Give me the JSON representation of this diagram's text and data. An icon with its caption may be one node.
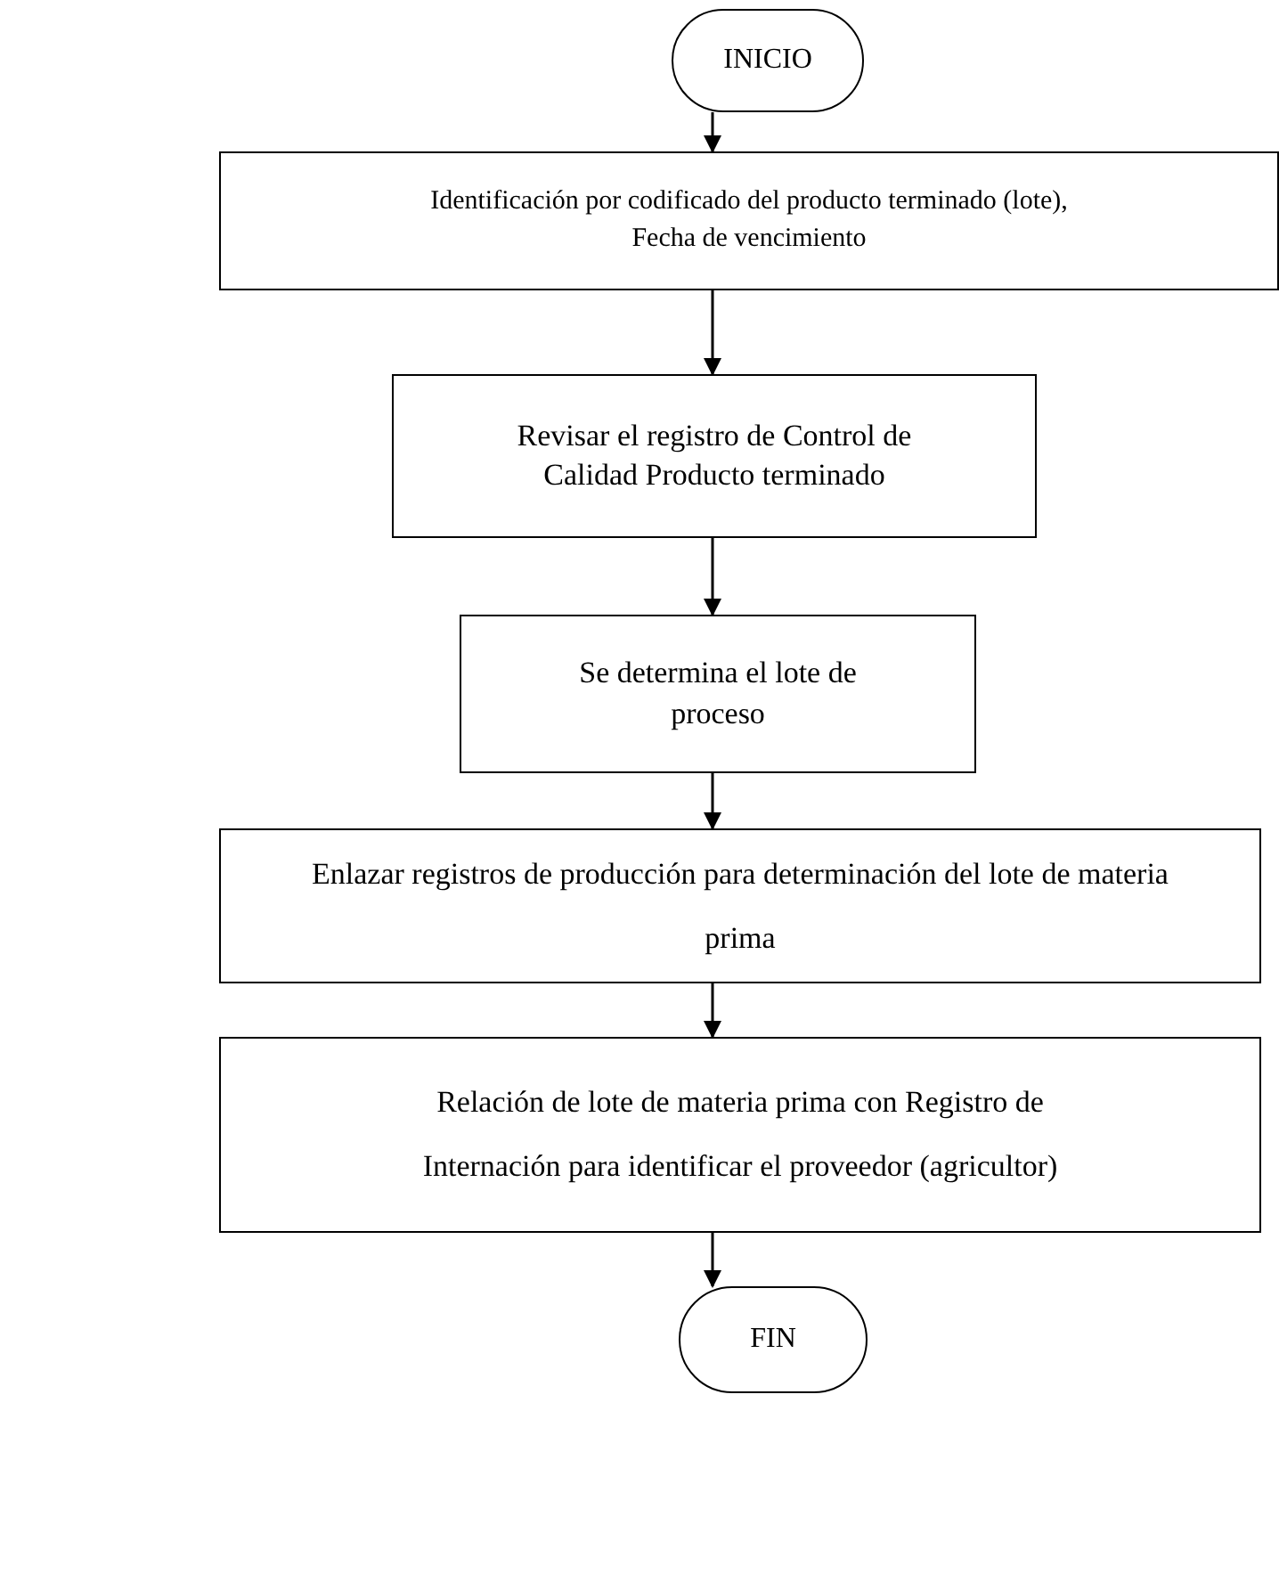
{
  "diagram": {
    "nodes": [
      {
        "text": [
          "INICIO"
        ]
      },
      {
        "text": [
          "Identificación por codificado del producto terminado (lote), Fecha de vencimiento"
        ]
      },
      {
        "text": [
          "Revisar el registro de Control de Calidad Producto terminado"
        ]
      },
      {
        "text": [
          "Se determina el lote de proceso"
        ]
      },
      {
        "text": [
          "Enlazar registros de producción para determinación del lote de materia prima"
        ]
      },
      {
        "text": [
          "Relación de lote de materia prima con Registro de Internación para identificar el proveedor (agricultor)"
        ]
      },
      {
        "text": [
          "FIN"
        ]
      }
    ],
    "edges": [
      {
        "from": 0,
        "to": 1,
        "arrow": "to"
      },
      {
        "from": 1,
        "to": 2,
        "arrow": "to"
      },
      {
        "from": 2,
        "to": 3,
        "arrow": "to"
      },
      {
        "from": 3,
        "to": 4,
        "arrow": "to"
      },
      {
        "from": 4,
        "to": 5,
        "arrow": "to"
      },
      {
        "from": 5,
        "to": 6,
        "arrow": "to"
      }
    ]
  }
}
